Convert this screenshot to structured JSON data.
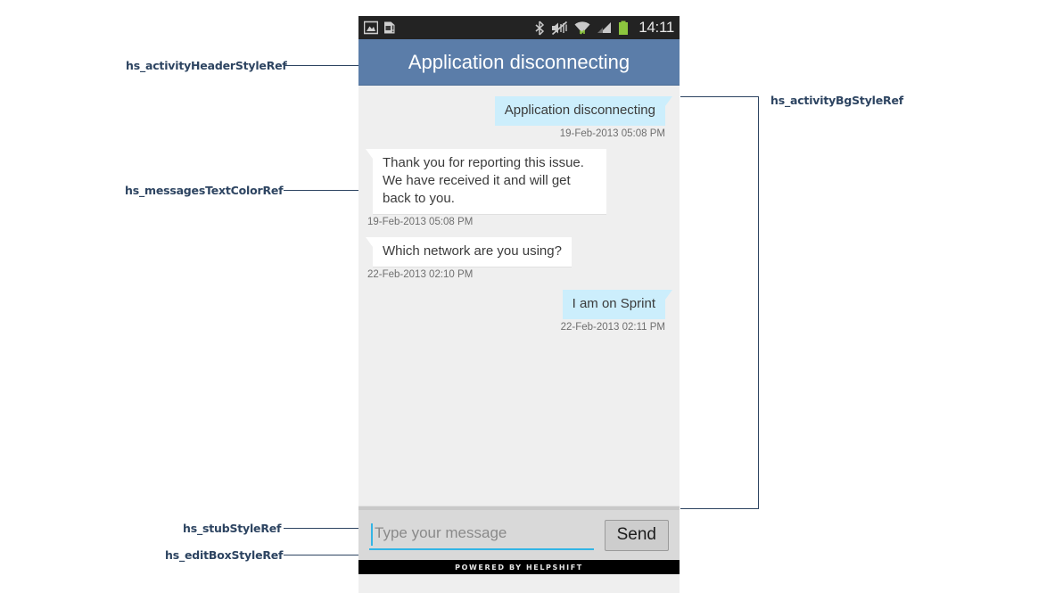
{
  "annotations": {
    "left": [
      {
        "id": "header-ref",
        "label": "hs_activityHeaderStyleRef"
      },
      {
        "id": "msgtext-ref",
        "label": "hs_messagesTextColorRef"
      },
      {
        "id": "stub-ref",
        "label": "hs_stubStyleRef"
      },
      {
        "id": "editbox-ref",
        "label": "hs_editBoxStyleRef"
      }
    ],
    "right": [
      {
        "id": "bg-ref",
        "label": "hs_activityBgStyleRef"
      }
    ],
    "color": "#2d4461"
  },
  "statusbar": {
    "left_icons": [
      "gallery-image-icon",
      "sim-card-alert-icon"
    ],
    "right_icons": [
      "bluetooth-icon",
      "volume-mute-icon",
      "wifi-icon",
      "cellular-signal-icon",
      "battery-full-icon"
    ],
    "clock": "14:11",
    "background": "#232323"
  },
  "header": {
    "title": "Application disconnecting",
    "background": "#5b7da9",
    "text_color": "#ffffff"
  },
  "chat": {
    "background": "#efefef",
    "out_bubble_color": "#cceefc",
    "in_bubble_color": "#ffffff",
    "text_color": "#3b3b3b",
    "messages": [
      {
        "direction": "out",
        "text": "Application disconnecting",
        "timestamp": "19-Feb-2013 05:08 PM"
      },
      {
        "direction": "in",
        "text": "Thank you for reporting this issue. We have received it and will get back to you.",
        "timestamp": "19-Feb-2013 05:08 PM"
      },
      {
        "direction": "in",
        "text": "Which network are you using?",
        "timestamp": "22-Feb-2013 02:10 PM"
      },
      {
        "direction": "out",
        "text": "I am on Sprint",
        "timestamp": "22-Feb-2013 02:11 PM"
      }
    ]
  },
  "composer": {
    "placeholder": "Type your message",
    "value": "",
    "send_label": "Send",
    "accent_color": "#33b5e5",
    "background": "#d9d9d9"
  },
  "footer": {
    "text": "POWERED BY HELPSHIFT",
    "background": "#000000"
  }
}
